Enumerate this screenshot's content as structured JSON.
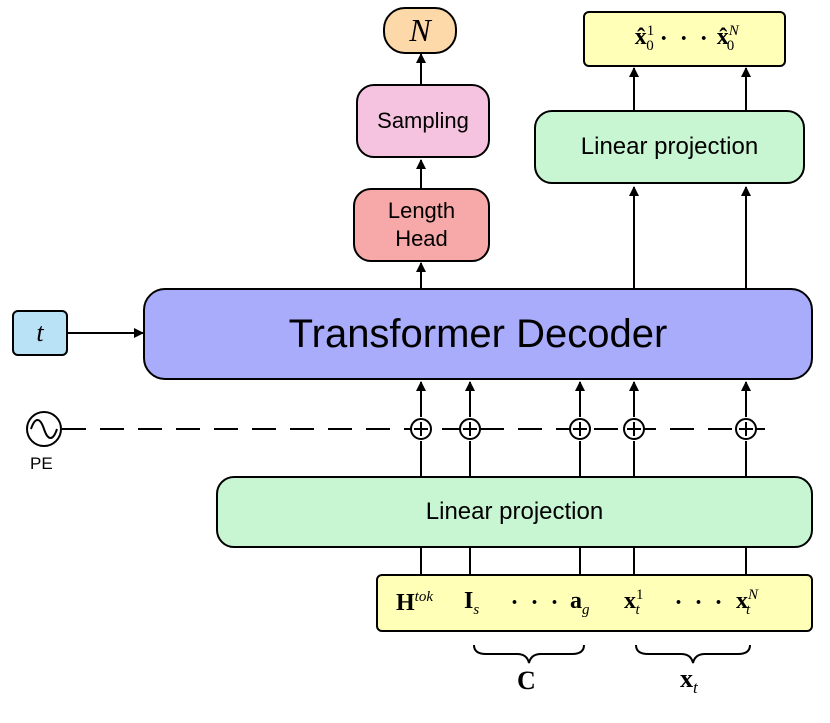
{
  "nodes": {
    "n_output": "N",
    "sampling": "Sampling",
    "length_head": "Length\nHead",
    "linear_projection_top": "Linear projection",
    "x0_first": "x̂",
    "x0_first_sub": "0",
    "x0_first_sup": "1",
    "x0_dots": "· · ·",
    "x0_last": "x̂",
    "x0_last_sub": "0",
    "x0_last_sup": "N",
    "t_input": "t",
    "transformer_decoder": "Transformer Decoder",
    "pe_label": "PE",
    "linear_projection_bottom": "Linear projection",
    "h_tok": "H",
    "h_tok_sup": "tok",
    "i_s": "I",
    "i_s_sub": "s",
    "tokens_dots_1": "· · ·",
    "a_g": "a",
    "a_g_sub": "g",
    "xt_first": "x",
    "xt_first_sub": "t",
    "xt_first_sup": "1",
    "tokens_dots_2": "· · ·",
    "xt_last": "x",
    "xt_last_sub": "t",
    "xt_last_sup": "N",
    "brace_c_label": "C",
    "brace_xt_label": "x",
    "brace_xt_sub": "t"
  },
  "colors": {
    "n_output": "#fdd8a8",
    "sampling": "#f5c3df",
    "length_head": "#f7a9a9",
    "linear_projection": "#c8f5d2",
    "output_tokens": "#ffffb8",
    "t_input": "#b9e2f7",
    "transformer_decoder": "#a9acfb",
    "input_tokens": "#ffffb8"
  }
}
